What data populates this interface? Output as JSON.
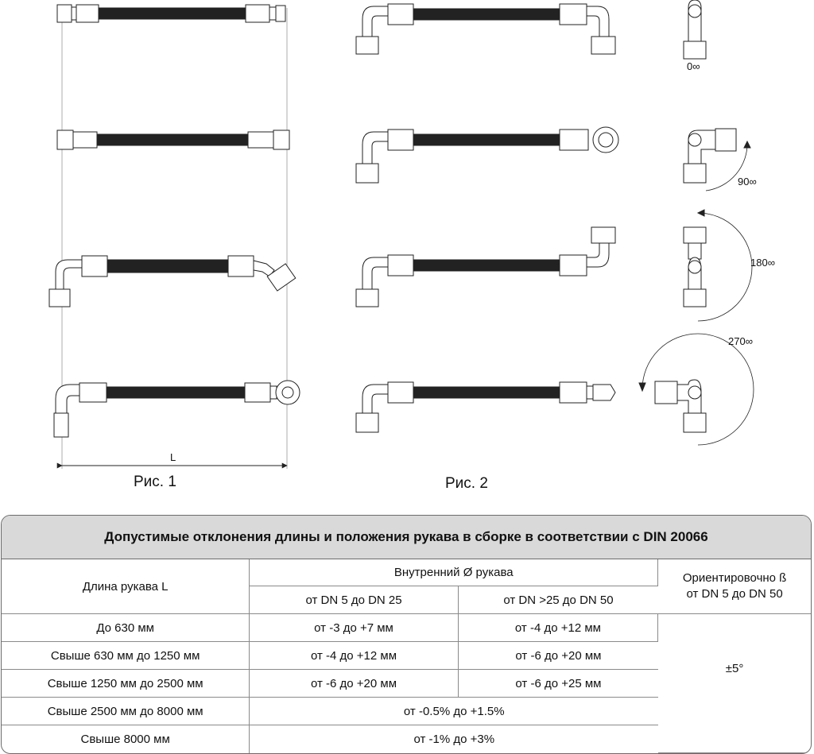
{
  "figures": {
    "fig1_label": "Рис. 1",
    "fig2_label": "Рис. 2",
    "dimension_label": "L"
  },
  "angles": [
    "0∞",
    "90∞",
    "180∞",
    "270∞"
  ],
  "table": {
    "title": "Допустимые отклонения длины и положения рукава в сборке в соответствии с DIN 20066",
    "col_length": "Длина рукава L",
    "col_inner_diameter": "Внутренний Ø рукава",
    "col_orientation_line1": "Ориентировочно ß",
    "col_orientation_line2": "от DN 5 до DN 50",
    "sub_dn_small": "от DN 5 до DN 25",
    "sub_dn_large": "от DN >25 до DN 50",
    "orientation_value": "±5°",
    "rows": [
      {
        "length": "До 630 мм",
        "small": "от -3 до +7 мм",
        "large": "от -4 до +12 мм"
      },
      {
        "length": "Свыше 630 мм до 1250 мм",
        "small": "от -4 до +12 мм",
        "large": "от -6 до +20 мм"
      },
      {
        "length": "Свыше 1250 мм до 2500 мм",
        "small": "от -6 до +20 мм",
        "large": "от -6 до +25 мм"
      },
      {
        "length": "Свыше 2500 мм до 8000 мм",
        "merged": "от -0.5% до +1.5%"
      },
      {
        "length": "Свыше 8000 мм",
        "merged": "от -1% до +3%"
      }
    ]
  }
}
